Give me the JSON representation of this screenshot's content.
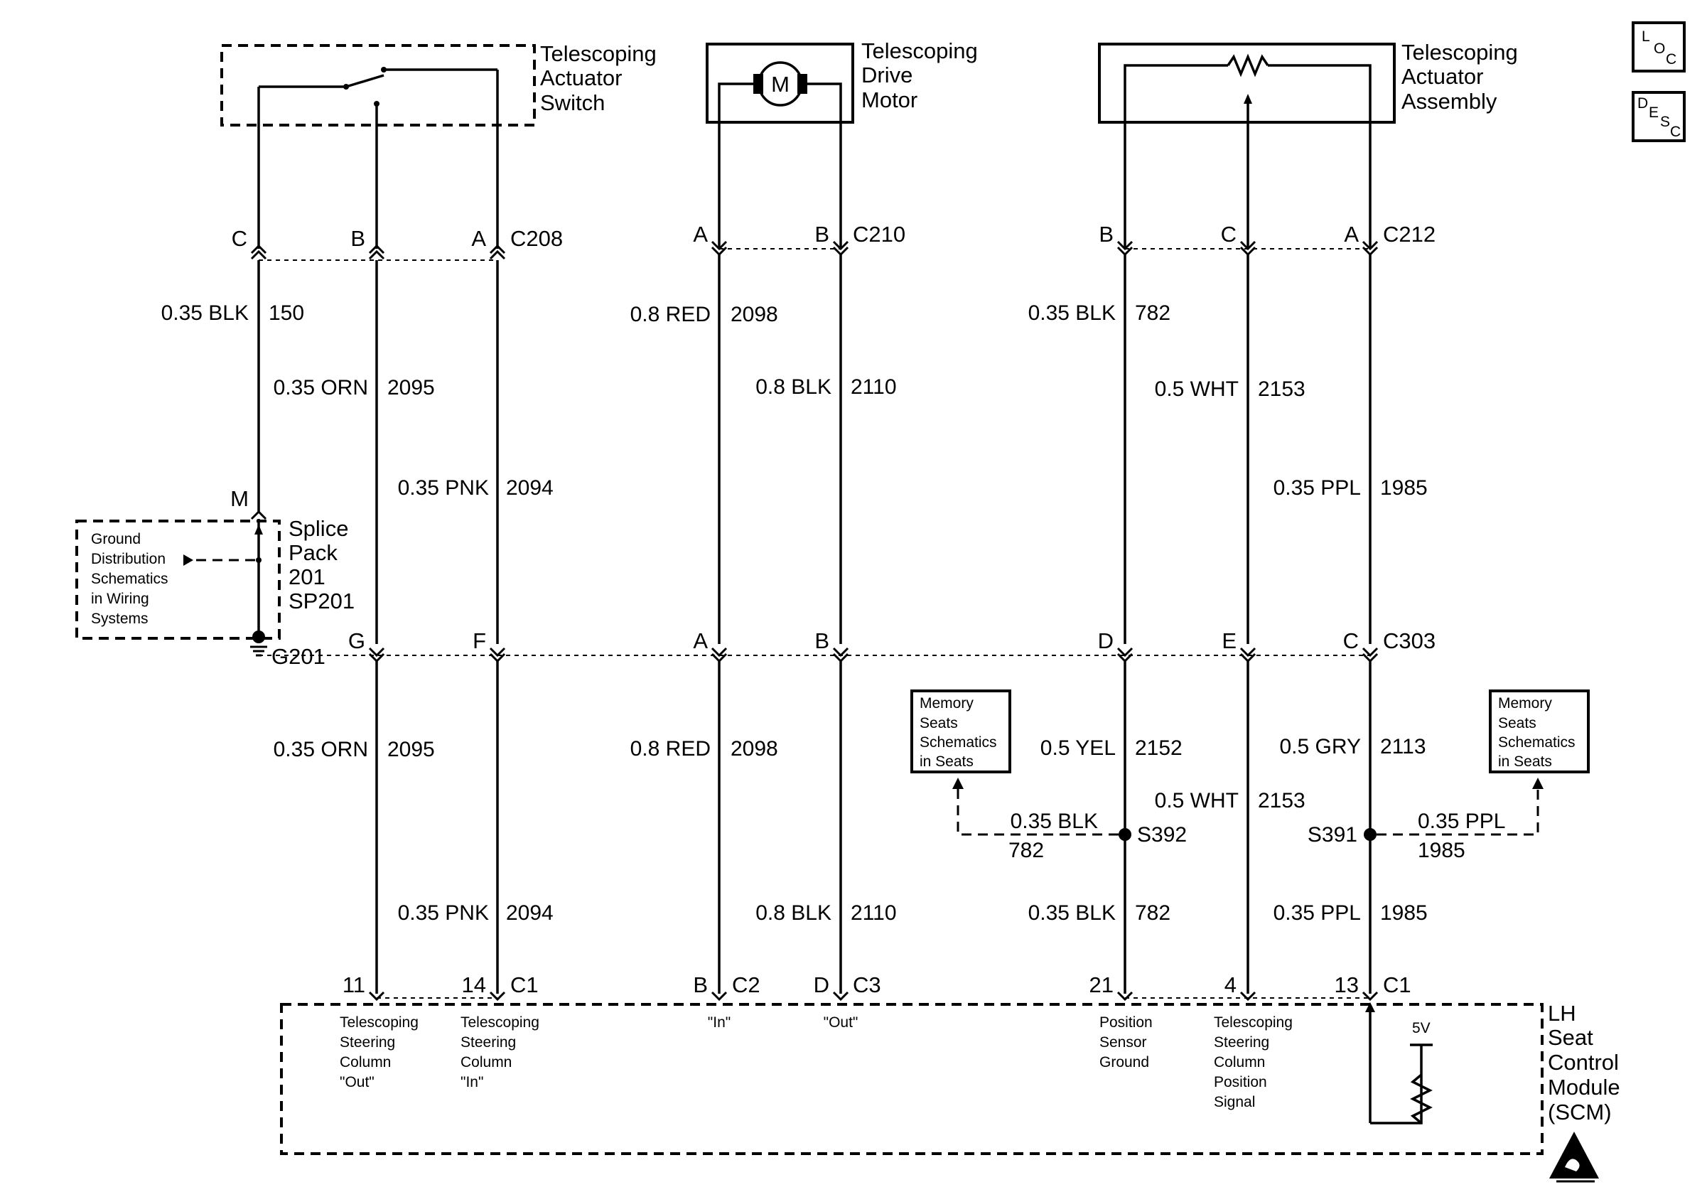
{
  "components": {
    "switch": [
      "Telescoping",
      "Actuator",
      "Switch"
    ],
    "motor": [
      "Telescoping",
      "Drive",
      "Motor"
    ],
    "motor_symbol": "M",
    "assembly": [
      "Telescoping",
      "Actuator",
      "Assembly"
    ],
    "splice_pack": [
      "Splice",
      "Pack",
      "201",
      "SP201"
    ],
    "scm": [
      "LH",
      "Seat",
      "Control",
      "Module",
      "(SCM)"
    ],
    "ground_note": [
      "Ground",
      "Distribution",
      "Schematics",
      "in Wiring",
      "Systems"
    ],
    "memory_note_left": [
      "Memory",
      "Seats",
      "Schematics",
      "in Seats"
    ],
    "memory_note_right": [
      "Memory",
      "Seats",
      "Schematics",
      "in Seats"
    ]
  },
  "icons": {
    "loc": {
      "l": "L",
      "o": "O",
      "c": "C"
    },
    "desc": {
      "d": "D",
      "e": "E",
      "s": "S",
      "c": "C"
    }
  },
  "connectors": {
    "c208": "C208",
    "c210": "C210",
    "c212": "C212",
    "c303": "C303",
    "c1": "C1",
    "c2": "C2",
    "c3": "C3",
    "c1b": "C1",
    "s392": "S392",
    "s391": "S391",
    "g201": "G201"
  },
  "pins": {
    "c208": [
      "C",
      "B",
      "A"
    ],
    "c210": [
      "A",
      "B"
    ],
    "c212": [
      "B",
      "C",
      "A"
    ],
    "splice": "M",
    "c303": [
      "G",
      "F",
      "A",
      "B",
      "D",
      "E",
      "C"
    ],
    "scm": [
      "11",
      "14",
      "B",
      "D",
      "21",
      "4",
      "13"
    ]
  },
  "wires_upper": [
    {
      "size": "0.35 BLK",
      "circuit": "150"
    },
    {
      "size": "0.35 ORN",
      "circuit": "2095"
    },
    {
      "size": "0.35 PNK",
      "circuit": "2094"
    },
    {
      "size": "0.8 RED",
      "circuit": "2098"
    },
    {
      "size": "0.8 BLK",
      "circuit": "2110"
    },
    {
      "size": "0.35 BLK",
      "circuit": "782"
    },
    {
      "size": "0.5 WHT",
      "circuit": "2153"
    },
    {
      "size": "0.35 PPL",
      "circuit": "1985"
    }
  ],
  "wires_lower": [
    {
      "size": "0.35 ORN",
      "circuit": "2095"
    },
    {
      "size": "0.35 PNK",
      "circuit": "2094"
    },
    {
      "size": "0.8 RED",
      "circuit": "2098"
    },
    {
      "size": "0.8 BLK",
      "circuit": "2110"
    },
    {
      "size": "0.5 YEL",
      "circuit": "2152"
    },
    {
      "size": "0.5 WHT",
      "circuit": "2153"
    },
    {
      "size": "0.5 GRY",
      "circuit": "2113"
    },
    {
      "size": "0.35 BLK",
      "circuit": "782"
    },
    {
      "size": "0.35 PPL",
      "circuit": "1985"
    }
  ],
  "branches": [
    {
      "size": "0.35 BLK",
      "circuit": "782"
    },
    {
      "size": "0.35 PPL",
      "circuit": "1985"
    }
  ],
  "scm_labels": {
    "out": [
      "Telescoping",
      "Steering",
      "Column",
      "\"Out\""
    ],
    "in": [
      "Telescoping",
      "Steering",
      "Column",
      "\"In\""
    ],
    "motor_in": "\"In\"",
    "motor_out": "\"Out\"",
    "ground": [
      "Position",
      "Sensor",
      "Ground"
    ],
    "signal": [
      "Telescoping",
      "Steering",
      "Column",
      "Position",
      "Signal"
    ],
    "ref": "5V"
  }
}
